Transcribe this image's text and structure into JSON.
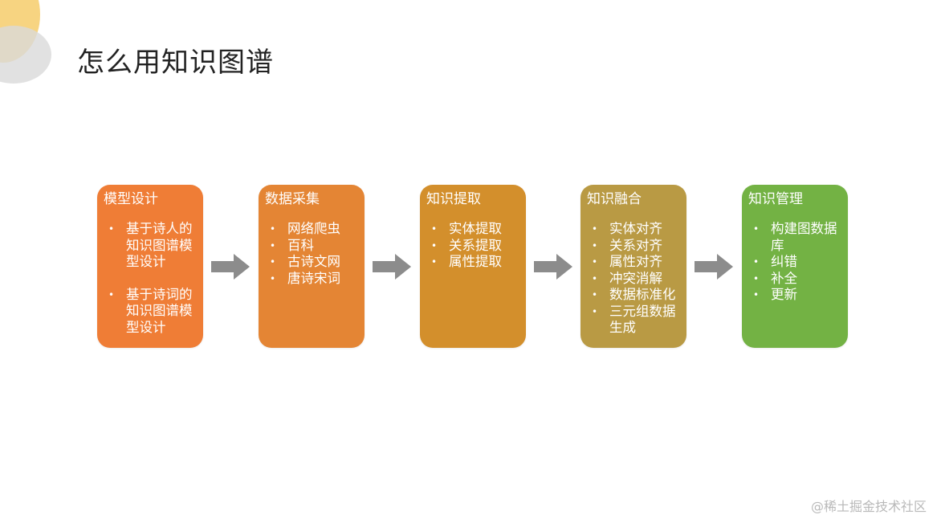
{
  "title": "怎么用知识图谱",
  "watermark": "@稀土掘金技术社区",
  "stages": [
    {
      "title": "模型设计",
      "color": "#ef7d36",
      "items": [
        "基于诗人的知识图谱模型设计",
        "基于诗词的知识图谱模型设计"
      ]
    },
    {
      "title": "数据采集",
      "color": "#e48534",
      "items": [
        "网络爬虫",
        "百科",
        "古诗文网",
        "唐诗宋词"
      ]
    },
    {
      "title": "知识提取",
      "color": "#d38f2c",
      "items": [
        "实体提取",
        "关系提取",
        "属性提取"
      ]
    },
    {
      "title": "知识融合",
      "color": "#b99a44",
      "items": [
        "实体对齐",
        "关系对齐",
        "属性对齐",
        "冲突消解",
        "数据标准化",
        "三元组数据生成"
      ]
    },
    {
      "title": "知识管理",
      "color": "#73b244",
      "items": [
        "构建图数据库",
        "纠错",
        "补全",
        "更新"
      ]
    }
  ],
  "arrow_color": "#8c8c8c"
}
